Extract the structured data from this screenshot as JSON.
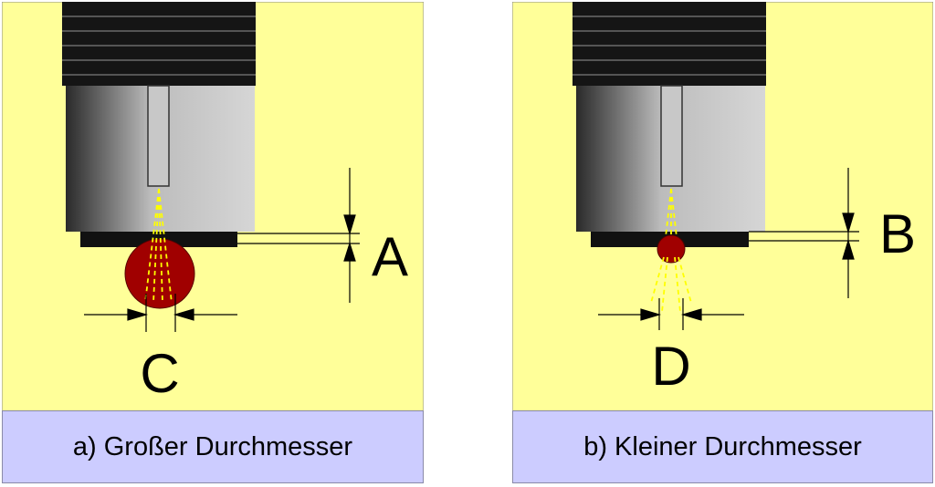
{
  "colors": {
    "panel_background": "#ffff99",
    "caption_background": "#ccccff",
    "sphere": "#a00000",
    "laser_beam": "#ffff00",
    "nozzle_cap": "#222222",
    "cylinder_light": "#d0d0d0",
    "cylinder_dark": "#2a2a2a"
  },
  "panels": [
    {
      "caption": "a) Großer Durchmesser",
      "vertical_dimension_label": "A",
      "horizontal_dimension_label": "C"
    },
    {
      "caption": "b) Kleiner Durchmesser",
      "vertical_dimension_label": "B",
      "horizontal_dimension_label": "D"
    }
  ]
}
